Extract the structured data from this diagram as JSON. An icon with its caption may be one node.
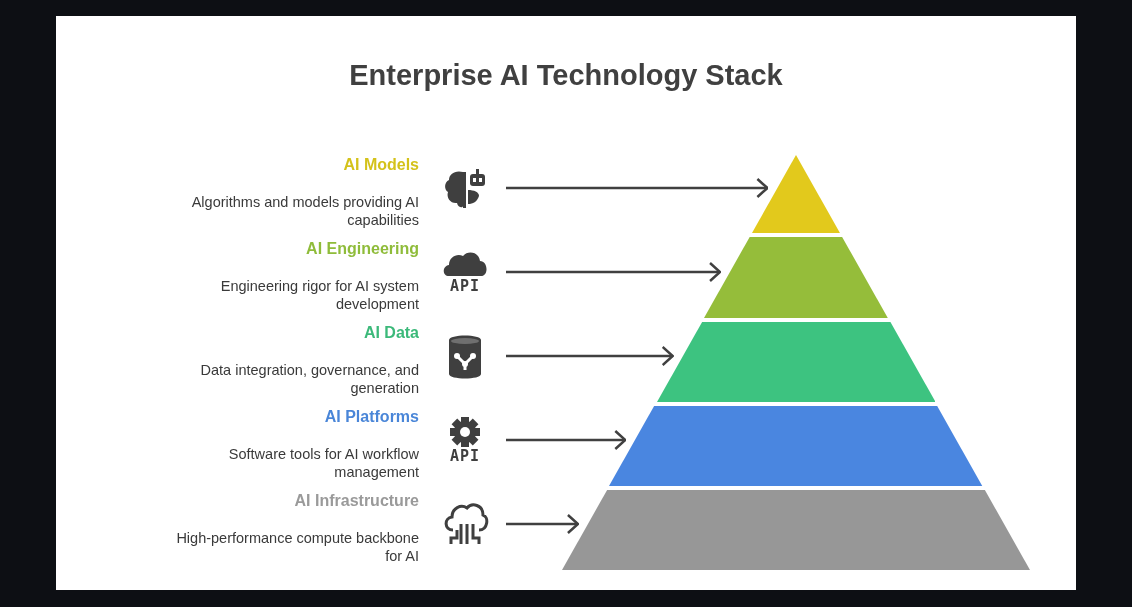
{
  "diagram": {
    "title": "Enterprise AI Technology Stack",
    "nodes": [
      {
        "text": [],
        "shape": "picture"
      },
      {
        "text": [
          "API"
        ]
      },
      {
        "text": [],
        "shape": "picture"
      },
      {
        "text": [
          "API"
        ]
      },
      {
        "text": [],
        "shape": "picture"
      },
      {
        "text": [],
        "shape": "triangle"
      },
      {
        "text": [],
        "shape": "trapezoid"
      },
      {
        "text": [],
        "shape": "trapezoid"
      },
      {
        "text": [],
        "shape": "trapezoid"
      },
      {
        "text": [],
        "shape": "trapezoid"
      }
    ],
    "edges": [
      {
        "from": 0,
        "to": 5,
        "arrow": "to"
      },
      {
        "from": 1,
        "to": 6,
        "arrow": "to"
      },
      {
        "from": 2,
        "to": 7,
        "arrow": "to"
      },
      {
        "from": 3,
        "to": 8,
        "arrow": "to"
      },
      {
        "from": 4,
        "to": 9,
        "arrow": "to"
      }
    ],
    "labels": [
      "AI Models",
      "Algorithms and models providing AI capabilities",
      "AI Engineering",
      "Engineering rigor for AI system development",
      "AI Data",
      "Data integration, governance, and generation",
      "AI Platforms",
      "Software tools for AI workflow management",
      "AI Infrastructure",
      "High-performance compute backbone for AI"
    ]
  }
}
